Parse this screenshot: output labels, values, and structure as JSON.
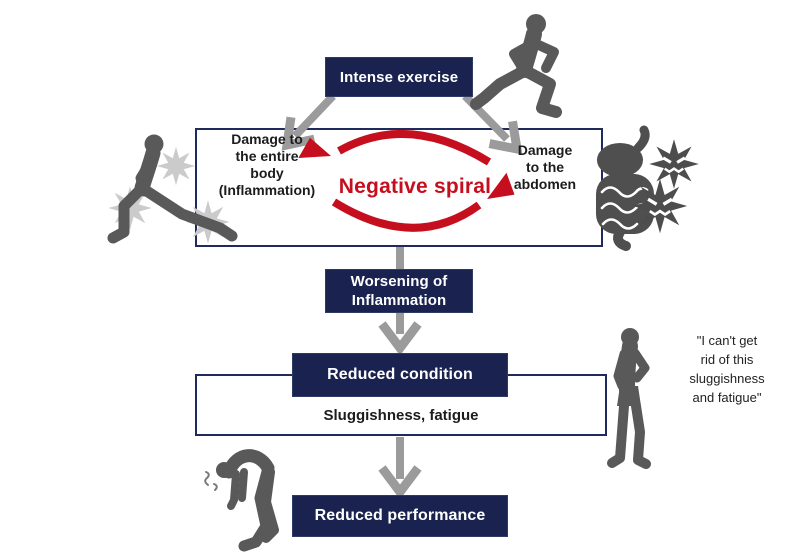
{
  "colors": {
    "navy": "#1a2250",
    "red": "#c60f1e",
    "arrow_gray": "#9b9b9b",
    "silhouette_gray": "#595959",
    "burst_gray": "#cbcbcb",
    "border_navy": "#1e2b5c"
  },
  "flow": {
    "intense_exercise": {
      "label": "Intense exercise"
    },
    "cycle_box": {
      "left_lines": [
        "Damage to",
        "the entire",
        "body",
        "(Inflammation)"
      ],
      "center_label": "Negative spiral",
      "right_lines": [
        "Damage",
        "to the",
        "abdomen"
      ]
    },
    "worsening": {
      "lines": [
        "Worsening of",
        "Inflammation"
      ]
    },
    "reduced_condition": {
      "label": "Reduced condition",
      "sub_label": "Sluggishness, fatigue"
    },
    "reduced_performance": {
      "label": "Reduced performance"
    },
    "quote": {
      "lines": [
        "\"I can't get",
        "rid of this",
        "sluggishness",
        "and fatigue\""
      ]
    }
  },
  "icons": {
    "runner": "runner-icon",
    "lunging_athlete": "lunging-athlete-icon",
    "gut": "gut-inflammation-icon",
    "tired_man": "tired-man-icon",
    "exhausted_runner": "exhausted-runner-icon"
  }
}
